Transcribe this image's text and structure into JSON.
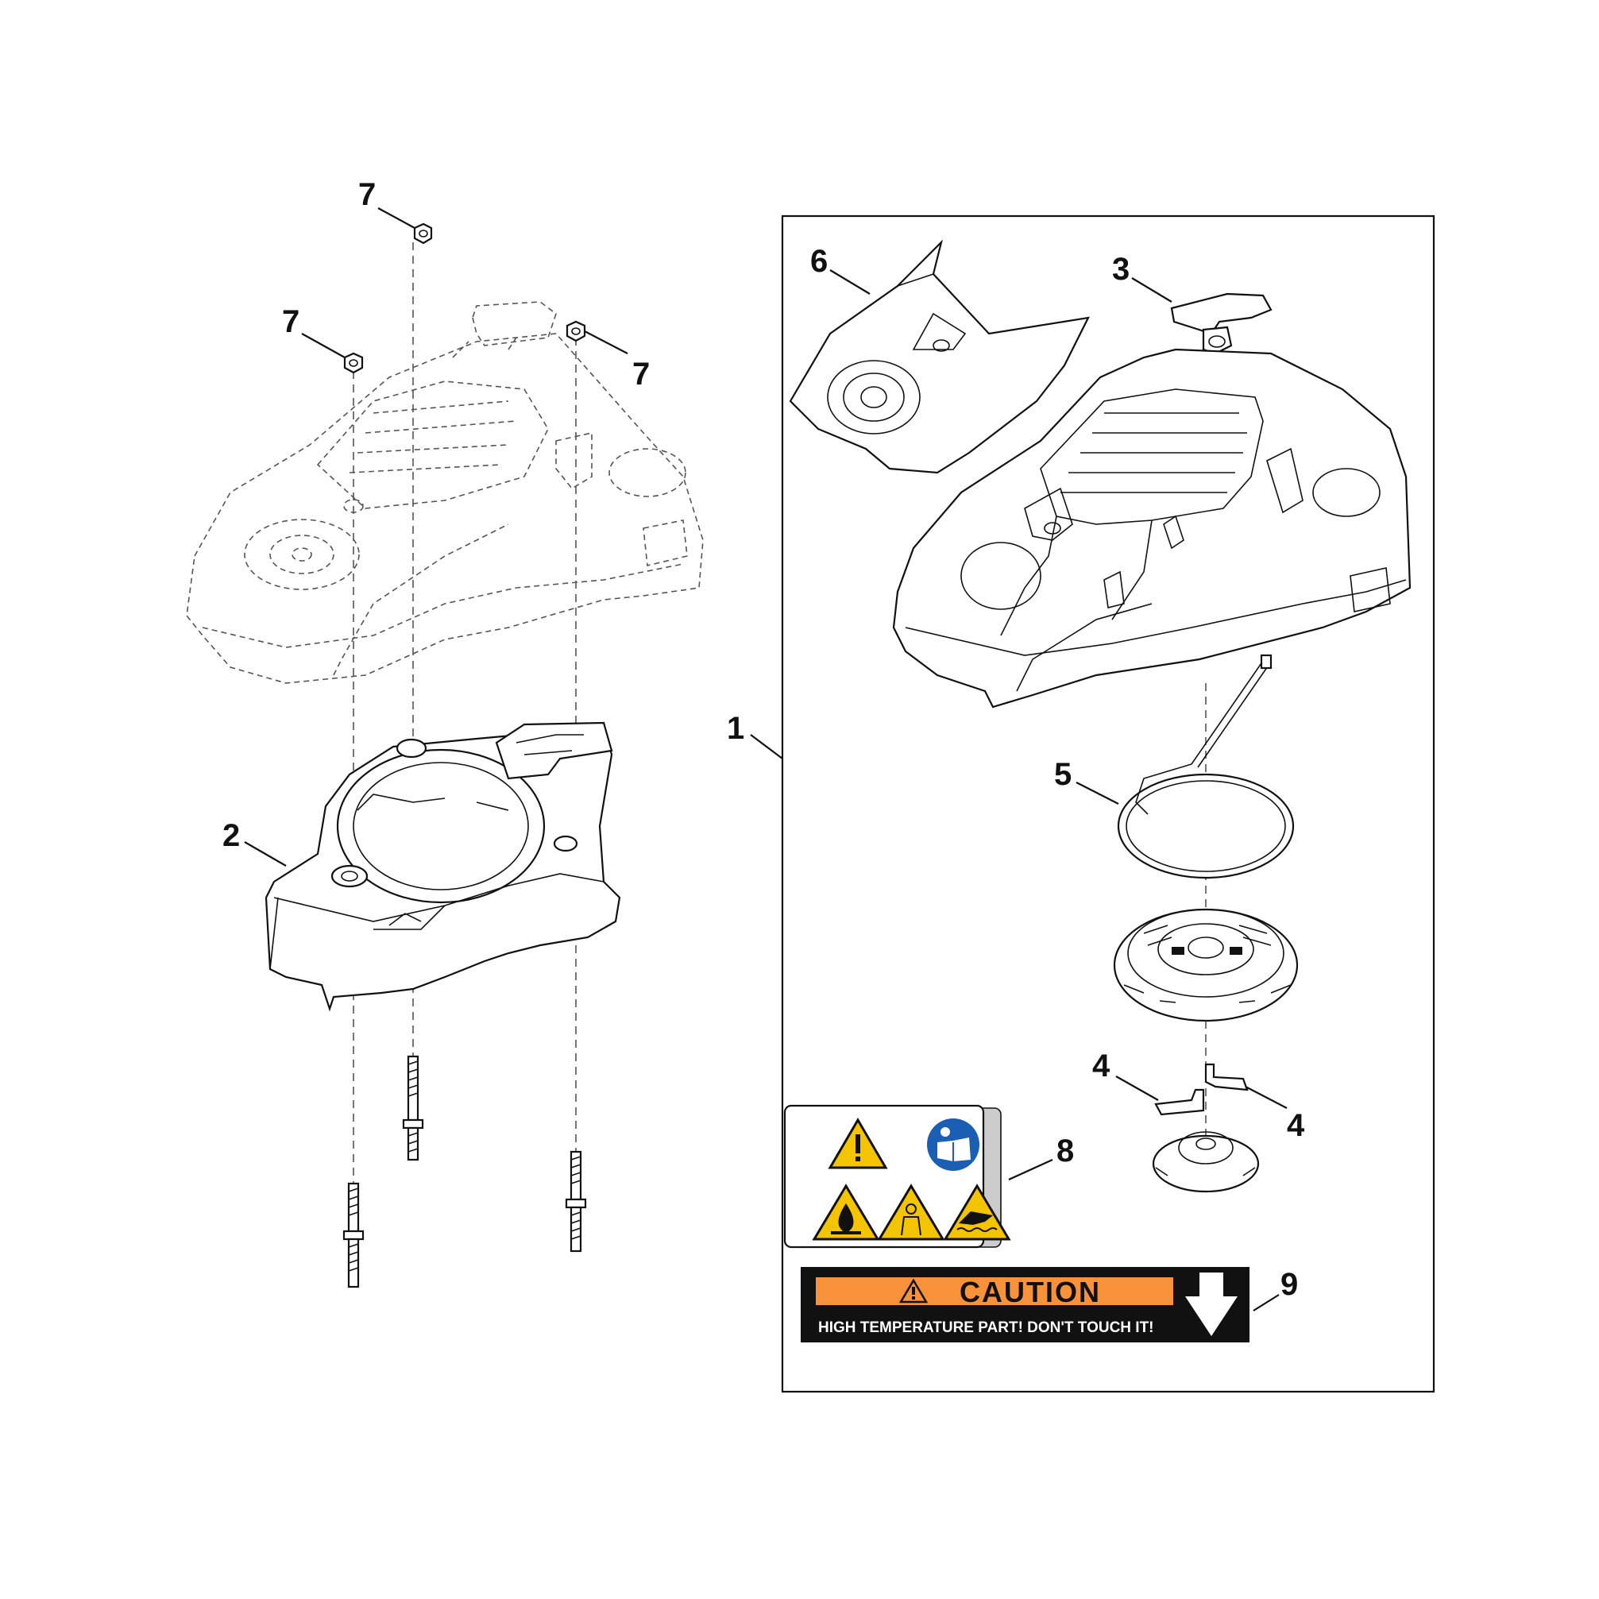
{
  "callouts": {
    "c1": "1",
    "c2": "2",
    "c3": "3",
    "c4a": "4",
    "c4b": "4",
    "c5": "5",
    "c6": "6",
    "c7a": "7",
    "c7b": "7",
    "c7c": "7",
    "c8": "8",
    "c9": "9"
  },
  "caution_label": {
    "title": "CAUTION",
    "subtitle": "HIGH TEMPERATURE PART! DON'T TOUCH IT!",
    "bar_color": "#f7923a",
    "background_color": "#111111"
  },
  "warning_decal": {
    "icons": [
      "warning-triangle-icon",
      "read-manual-icon",
      "fire-hazard-icon",
      "fumes-hazard-icon",
      "hot-surface-icon"
    ],
    "yellow": "#f5c400",
    "blue": "#1a5fb4"
  }
}
